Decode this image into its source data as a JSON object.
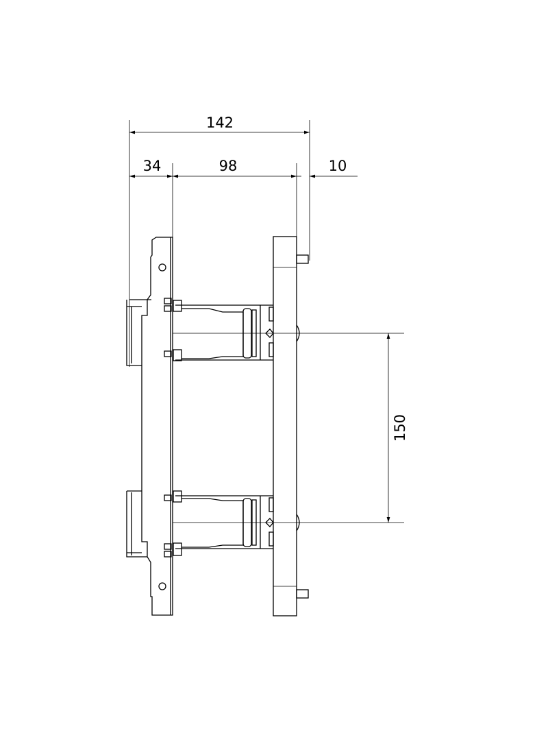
{
  "dimensions": {
    "overall_width": "142",
    "left_part": "34",
    "middle_part": "98",
    "right_part": "10",
    "connector_spacing": "150"
  },
  "colors": {
    "line": "#000000",
    "background": "#ffffff"
  }
}
